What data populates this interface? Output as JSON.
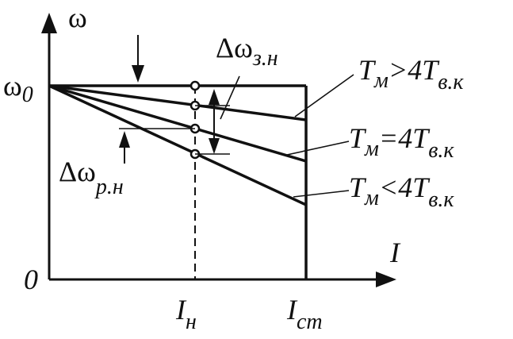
{
  "labels": {
    "y_axis": "ω",
    "x_axis": "I",
    "omega0_symbol": "ω",
    "omega0_sub": "0",
    "origin": "0",
    "i_n_main": "I",
    "i_n_sub": "н",
    "i_st_main": "I",
    "i_st_sub": "ст",
    "d_omega_zn_main": "Δω",
    "d_omega_zn_sub": "з.н",
    "d_omega_rn_main": "Δω",
    "d_omega_rn_sub": "р.н"
  },
  "curves": [
    {
      "t_main": "T",
      "t_sub": "м",
      "rel": ">",
      "coef": "4T",
      "coef_sub": "в.к"
    },
    {
      "t_main": "T",
      "t_sub": "м",
      "rel": "=",
      "coef": "4T",
      "coef_sub": "в.к"
    },
    {
      "t_main": "T",
      "t_sub": "м",
      "rel": "<",
      "coef": "4T",
      "coef_sub": "в.к"
    }
  ],
  "colors": {
    "ink": "#111111",
    "background": "#ffffff"
  }
}
